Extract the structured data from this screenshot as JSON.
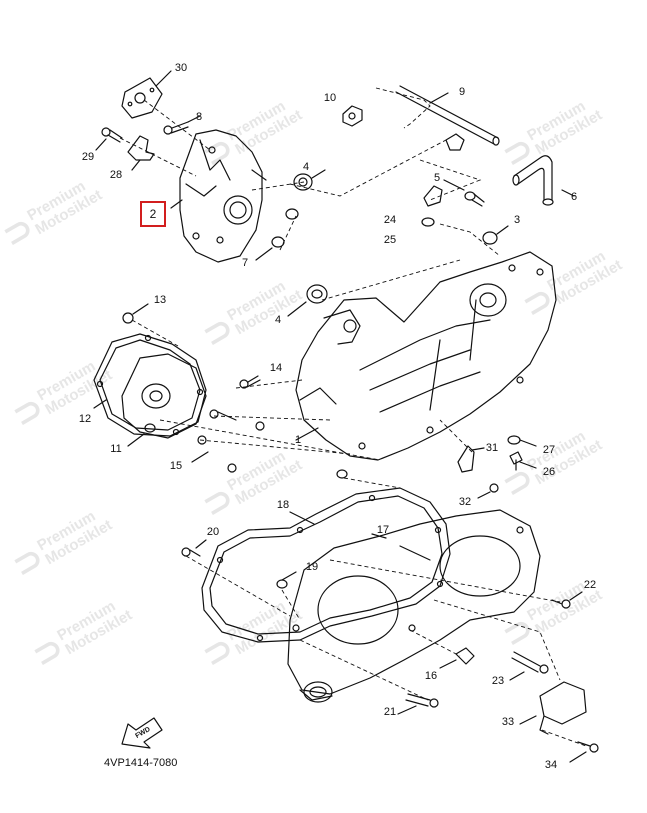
{
  "watermark": {
    "line1": "Premium",
    "line2": "Motosiklet"
  },
  "highlight_color": "#d21e1e",
  "diagram_code": "4VP1414-7080",
  "callouts": {
    "c1": "1",
    "c2": "2",
    "c3": "3",
    "c4a": "4",
    "c4b": "4",
    "c5": "5",
    "c6": "6",
    "c7": "7",
    "c8": "8",
    "c9": "9",
    "c10": "10",
    "c11": "11",
    "c12": "12",
    "c13": "13",
    "c14": "14",
    "c15": "15",
    "c16": "16",
    "c17": "17",
    "c18": "18",
    "c19": "19",
    "c20": "20",
    "c21": "21",
    "c22": "22",
    "c23": "23",
    "c24": "24",
    "c25": "25",
    "c26": "26",
    "c27": "27",
    "c28": "28",
    "c29": "29",
    "c30": "30",
    "c31": "31",
    "c32": "32",
    "c33": "33",
    "c34": "34"
  },
  "fwd_label": "FWD"
}
